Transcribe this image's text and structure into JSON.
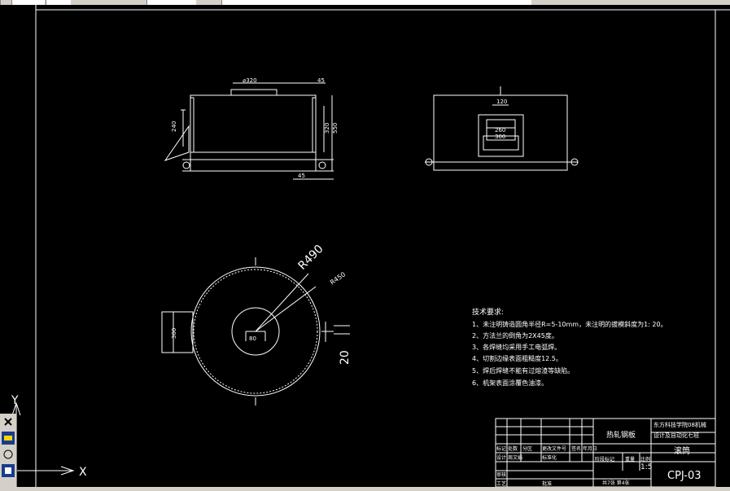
{
  "drawing": {
    "dims": {
      "d320": "⌀320",
      "d45_top": "45",
      "d240": "240",
      "d320_right": "320",
      "d550": "550",
      "d45_bottom": "45",
      "d120": "120",
      "d260": "260",
      "d300_front": "300",
      "r490": "R490",
      "r450": "R450",
      "d300_side": "300",
      "d20": "20",
      "d80": "80"
    },
    "tech_req": {
      "title": "技术要求:",
      "items": [
        "1、未注明铸造圆角半径R=5-10mm，未注明的拔模斜度为1: 20。",
        "2、方法兰的倒角为2X45度。",
        "3、各焊缝均采用手工电弧焊。",
        "4、切割边缘表面粗糙度12.5。",
        "5、焊后焊缝不能有过熔渣等缺陷。",
        "6、机架表面涂覆色油漆。"
      ]
    },
    "title_block": {
      "part_name": "热轧钢板",
      "company_line1": "东方科技学院08机械",
      "company_line2": "设计及自动化七班",
      "drawing_name": "滚筒",
      "drawing_no": "CPJ-03",
      "scale": "1:5",
      "stage_label": "阶段标记",
      "weight_label": "重量",
      "scale_label": "比例",
      "sheets": "共7张  第4张",
      "row_labels": [
        "标记",
        "处数",
        "分区",
        "更改文件号",
        "签名",
        "年月日"
      ],
      "design_label": "设计",
      "designer": "周文娟",
      "std_label": "标准化",
      "review_label": "审核",
      "process_label": "工艺",
      "approve_label": "批准"
    },
    "ucs": {
      "x": "X",
      "y": "Y"
    }
  },
  "colors": {
    "background": "#000000",
    "lines": "#ffffff",
    "ui": "#d4d0c8"
  }
}
